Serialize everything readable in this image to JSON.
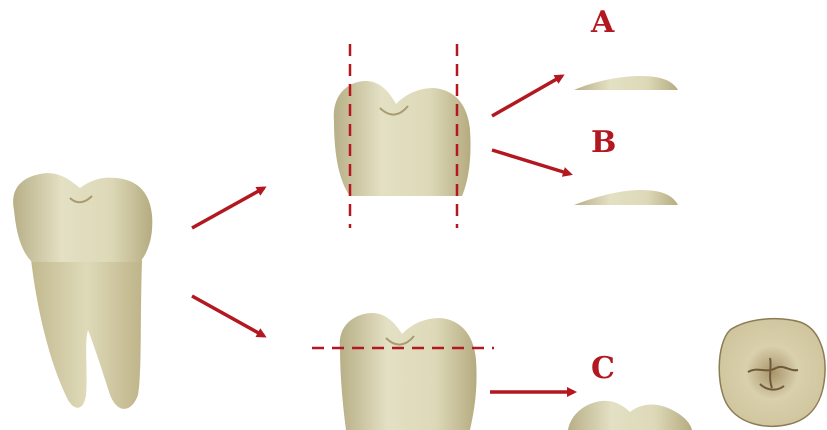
{
  "labels": {
    "a": "A",
    "b": "B",
    "c": "C"
  },
  "colors": {
    "accent": "#b3171f",
    "enamel": "#dcd8b6",
    "enamel_shadow": "#b8af86",
    "enamel_highlight": "#ecead6",
    "occlusal_outline": "#8a7d55"
  },
  "icons": {
    "arrow": "right-arrow-icon",
    "cut_line": "dashed-cut-line",
    "tooth": "molar-tooth"
  }
}
